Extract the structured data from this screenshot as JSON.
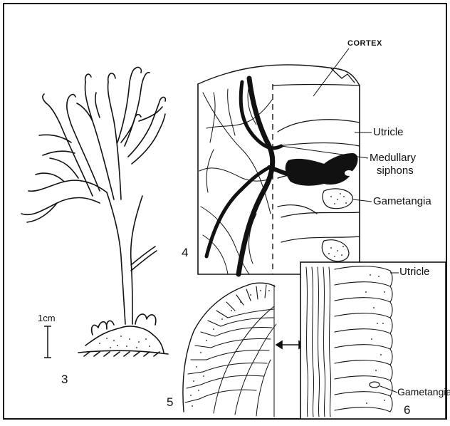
{
  "figure": {
    "labels": {
      "cortex": "CORTEX",
      "utricle_top": "Utricle",
      "medullary_siphons_line1": "Medullary",
      "medullary_siphons_line2": "siphons",
      "gametangia_top": "Gametangia",
      "scale": "1cm",
      "fig3": "3",
      "fig4": "4",
      "fig5": "5",
      "fig6": "6",
      "utricle_inset": "Utricle",
      "gametangia_inset": "Gametangia"
    },
    "colors": {
      "ink": "#111111",
      "background": "#ffffff"
    }
  }
}
